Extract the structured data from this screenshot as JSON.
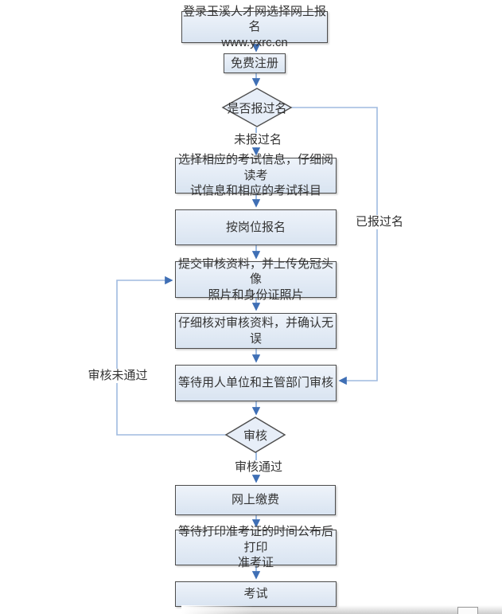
{
  "colors": {
    "box_fill_top": "#eef3fa",
    "box_fill_bottom": "#d9e4f1",
    "box_border": "#4d4d4d",
    "arrow_shaft": "#86abdb",
    "arrow_head": "#3f6fb5",
    "long_connector": "#9fbadf",
    "text": "#333333"
  },
  "nodes": {
    "login": {
      "text": "登录玉溪人才网选择网上报名\nwww.yxrc.cn"
    },
    "register": {
      "text": "免费注册"
    },
    "decision_registered": {
      "text": "是否报过名"
    },
    "select_exam": {
      "text": "选择相应的考试信息，仔细阅读考\n试信息和相应的考试科目"
    },
    "apply_by_post": {
      "text": "按岗位报名"
    },
    "submit_materials": {
      "text": "提交审核资料，并上传免冠头像\n照片和身份证照片"
    },
    "verify_materials": {
      "text": "仔细核对审核资料，并确认无误"
    },
    "wait_review": {
      "text": "等待用人单位和主管部门审核"
    },
    "decision_review": {
      "text": "审核"
    },
    "pay_online": {
      "text": "网上缴费"
    },
    "print_ticket": {
      "text": "等待打印准考证的时间公布后打印\n准考证"
    },
    "exam": {
      "text": "考试"
    }
  },
  "edge_labels": {
    "not_registered": "未报过名",
    "already_registered": "已报过名",
    "review_failed": "审核未通过",
    "review_passed": "审核通过"
  }
}
